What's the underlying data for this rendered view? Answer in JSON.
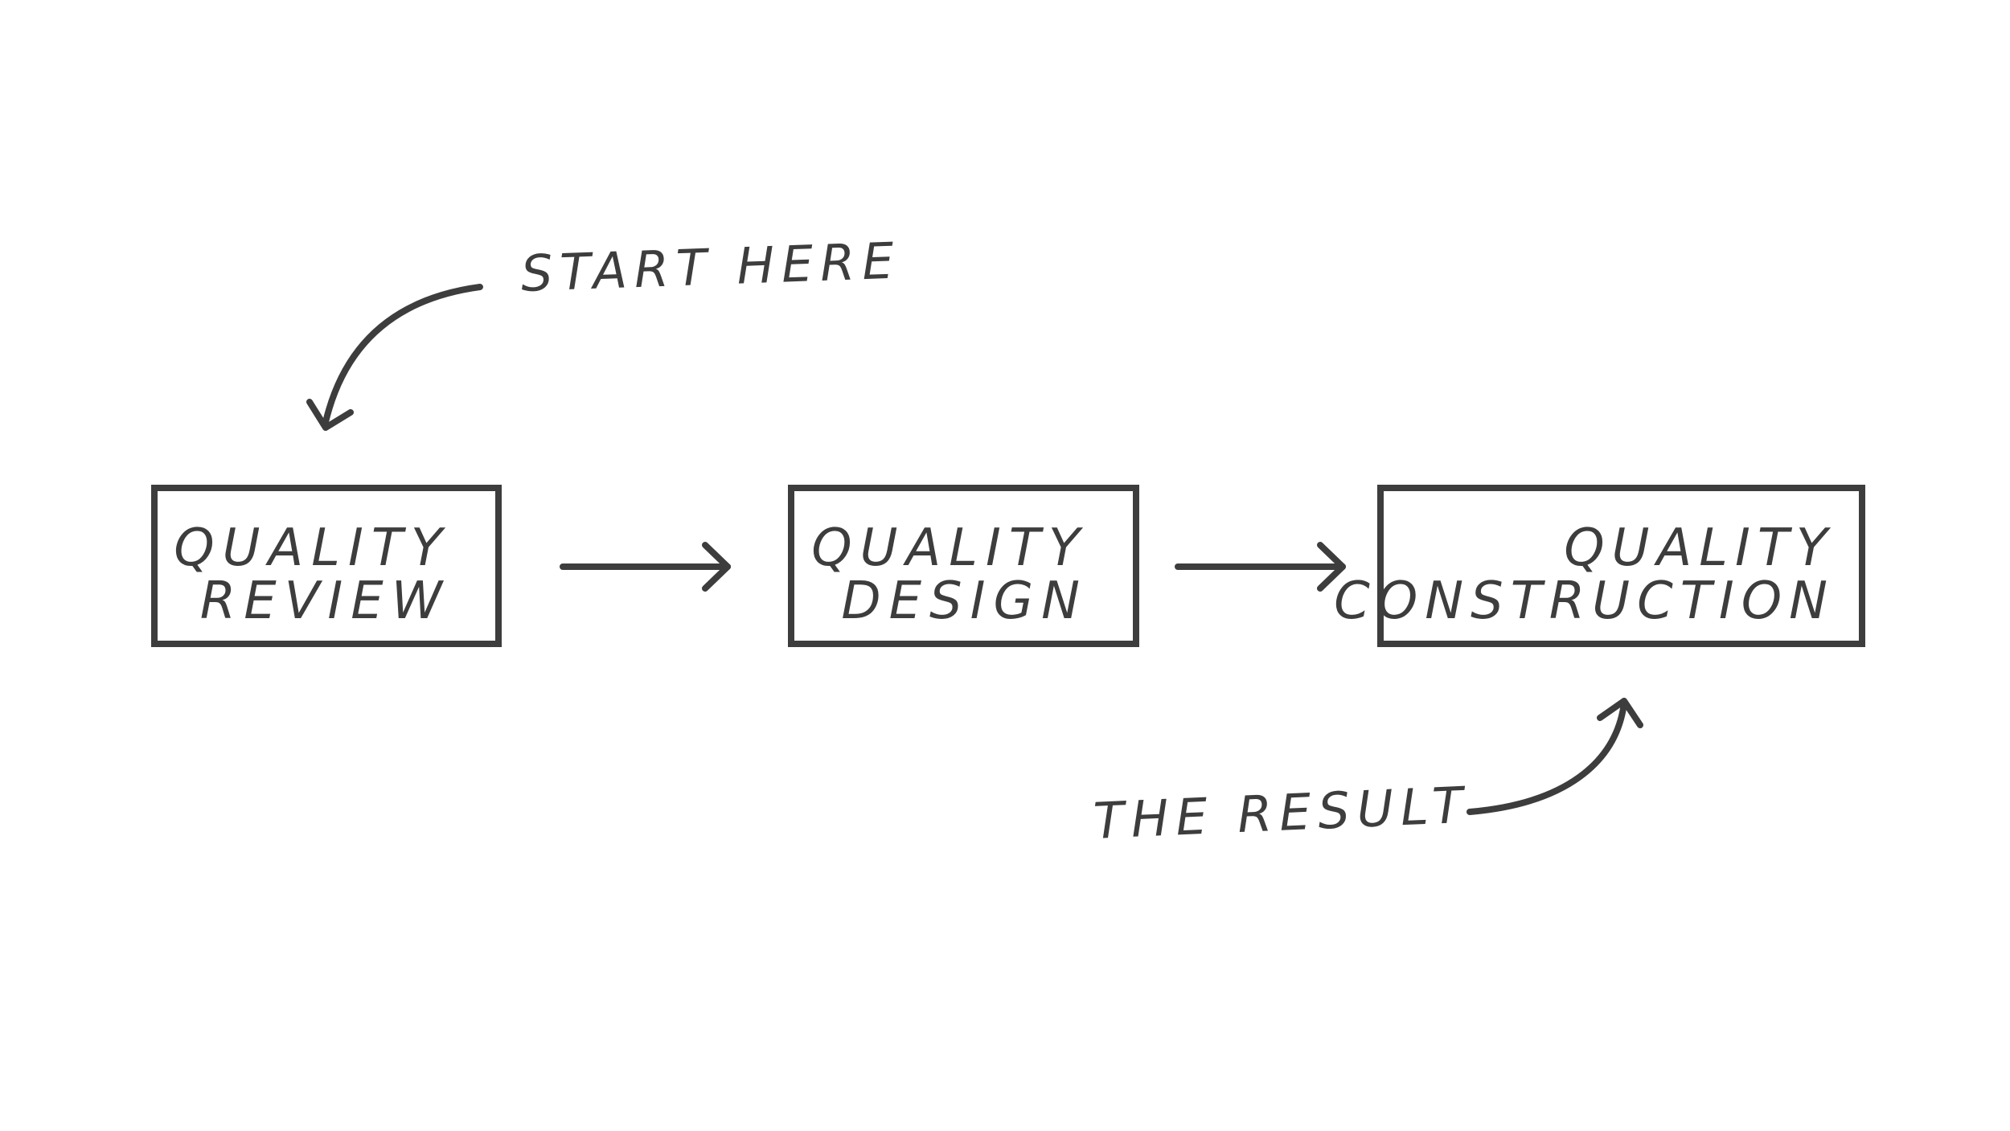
{
  "nodes": [
    {
      "id": "review",
      "line1": "QUALITY",
      "line2": "REVIEW"
    },
    {
      "id": "design",
      "line1": "QUALITY",
      "line2": "DESIGN"
    },
    {
      "id": "construction",
      "line1": "QUALITY",
      "line2": "CONSTRUCTION"
    }
  ],
  "edges": [
    {
      "from": "review",
      "to": "design"
    },
    {
      "from": "design",
      "to": "construction"
    }
  ],
  "callouts": {
    "start": "START HERE",
    "result": "THE RESULT"
  },
  "colors": {
    "stroke": "#3d3d3d",
    "text": "#3d3d3d",
    "background": "#ffffff"
  }
}
